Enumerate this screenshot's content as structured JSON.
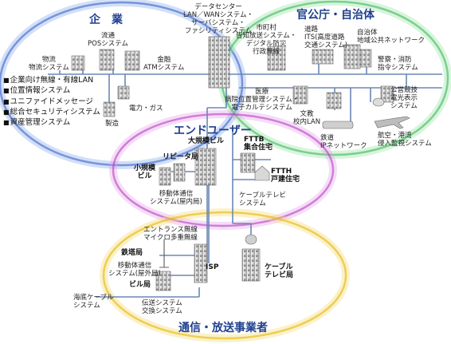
{
  "circles": {
    "enterprise": {
      "title": "企　業",
      "color": "#2a55c7"
    },
    "government": {
      "title": "官公庁・自治体",
      "color": "#2bb24a"
    },
    "end_user": {
      "title": "エンドユーザー",
      "color": "#b030c0"
    },
    "carrier": {
      "title": "通信・放送事業者",
      "color": "#e6b800"
    }
  },
  "enterprise": {
    "distribution": "流通\nPOSシステム",
    "logistics": "物流\n物流システム",
    "finance": "金融\nATMシステム",
    "power_gas": "電力・ガス",
    "manufacturing": "製造",
    "bullets": [
      "企業向け無線・有線LAN",
      "位置情報システム",
      "ユニファイドメッセージ",
      "総合セキュリティシステム",
      "資産管理システム"
    ]
  },
  "datacenter": {
    "label": "データセンター\nLAN／WANシステム・\nサーバシステム・\nファシリティシステム"
  },
  "government": {
    "municipal": "市町村\n告知放送システム・\nデジタル防災\n行政無線",
    "roads": "道路\nITS(高度道路\n交通システム)",
    "local_gov": "自治体\n地域公共ネットワーク",
    "police_fire": "警察・消防\n指令システム",
    "medical": "医療\n病院位置管理システム・\n電子カルテシステム",
    "education": "文教\n校内LAN",
    "railway": "鉄道\nIPネットワーク",
    "public_race": "公営競技\n電光表示\nシステム",
    "aviation_port": "航空・港湾\n侵入監視システム"
  },
  "end_user": {
    "large_building": "大規模ビル",
    "repeater": "リピータ局",
    "small_building": "小規模\nビル",
    "fttb": "FTTB\n集合住宅",
    "ftth": "FTTH\n戸建住宅",
    "mobile_indoor": "移動体通信\nシステム(屋内局)",
    "catv_system": "ケーブルテレビ\nシステム"
  },
  "carrier": {
    "entrance": "エントランス無線\nマイクロ多重無線",
    "railway_station": "鉄塔局",
    "mobile_outdoor": "移動体通信\nシステム(屋外局)",
    "building_station": "ビル局",
    "isp": "ISP",
    "cable_station": "ケーブル\nテレビ局",
    "submarine": "海底ケーブル\nシステム",
    "transmission": "伝送システム\n交換システム"
  }
}
